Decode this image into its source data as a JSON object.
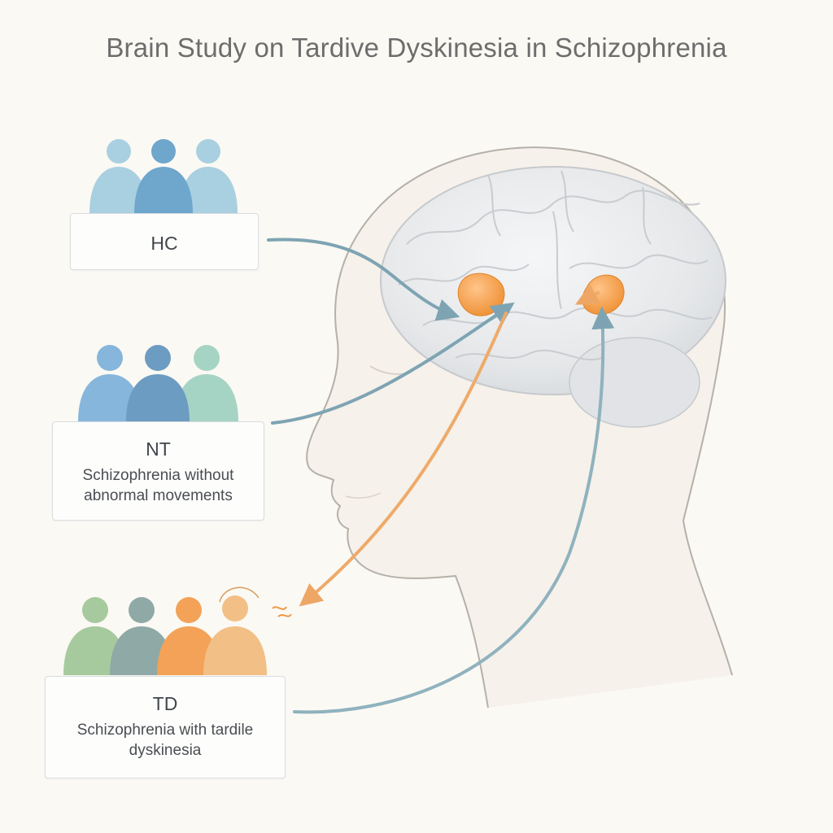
{
  "title": "Brain Study on Tardive Dyskinesia in Schizophrenia",
  "groups": [
    {
      "code": "HC",
      "description": ""
    },
    {
      "code": "NT",
      "description": "Schizophrenia without abnormal movements"
    },
    {
      "code": "TD",
      "description": "Schizophrenia with tardile dyskinesia"
    }
  ],
  "colors": {
    "background": "#fbf9f4",
    "blue_arrow": "#7ea4b3",
    "orange_arrow": "#eeaa6a",
    "highlight_region": "#f19a3e",
    "brain": "#e7e8ea"
  }
}
